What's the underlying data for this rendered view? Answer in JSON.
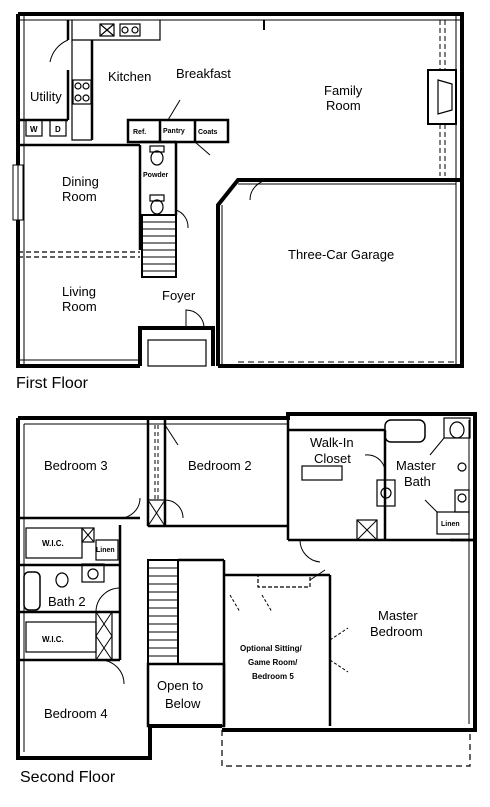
{
  "first_floor": {
    "caption": "First Floor",
    "rooms": {
      "utility": "Utility",
      "kitchen": "Kitchen",
      "breakfast": "Breakfast",
      "family_room": [
        "Family",
        "Room"
      ],
      "dining_room": [
        "Dining",
        "Room"
      ],
      "living_room": [
        "Living",
        "Room"
      ],
      "garage": "Three-Car Garage",
      "foyer": "Foyer",
      "powder": "Powder",
      "refrigerator": "Ref.",
      "pantry": "Pantry",
      "coats": "Coats",
      "washer": "W",
      "dryer": "D"
    }
  },
  "second_floor": {
    "caption": "Second Floor",
    "rooms": {
      "bedroom_3": "Bedroom 3",
      "bedroom_2": "Bedroom 2",
      "walk_in_closet": [
        "Walk-In",
        "Closet"
      ],
      "master_bath": [
        "Master",
        "Bath"
      ],
      "linen_master": "Linen",
      "wic_1": "W.I.C.",
      "linen_hall": "Linen",
      "bath_2": "Bath 2",
      "wic_2": "W.I.C.",
      "bedroom_4": "Bedroom 4",
      "open_to_below": [
        "Open to",
        "Below"
      ],
      "optional_room": [
        "Optional Sitting/",
        "Game Room/",
        "Bedroom 5"
      ],
      "master_bedroom": [
        "Master",
        "Bedroom"
      ]
    }
  }
}
